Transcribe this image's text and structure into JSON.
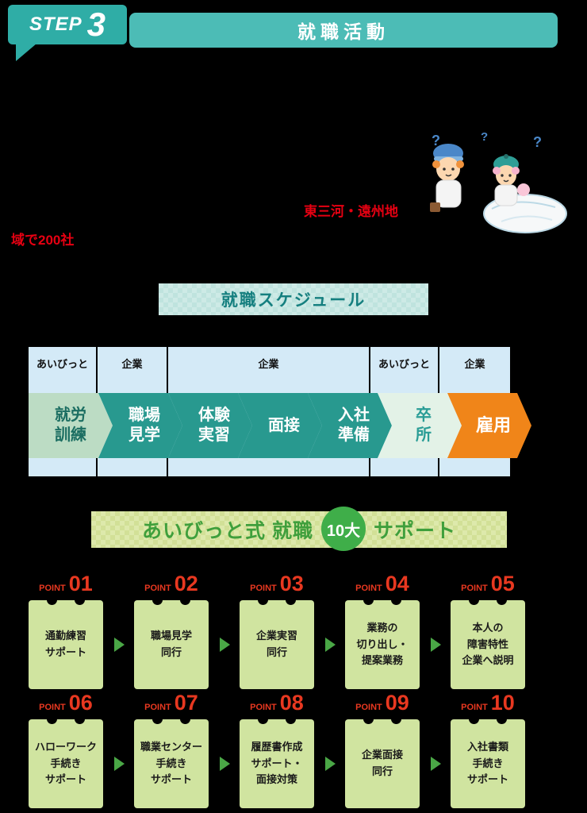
{
  "colors": {
    "teal_badge": "#2fada6",
    "teal_bar": "#4cbcb6",
    "teal_chevron": "#28998f",
    "light_green_chevron": "#bcdcc4",
    "orange_chevron": "#f08519",
    "column_blue": "#d4eaf7",
    "card_green": "#d0e4a0",
    "point_red": "#e83820",
    "accent_red": "#e60012",
    "support_green": "#3f9f3c",
    "badge_green": "#3fae49"
  },
  "step_badge": {
    "word": "STEP",
    "number": "3"
  },
  "header": {
    "title": "就職活動"
  },
  "intro": {
    "highlight_line1": "東三河・遠州地",
    "highlight_line2": "域で200社"
  },
  "schedule": {
    "title": "就職スケジュール",
    "columns": [
      {
        "label": "あいびっと"
      },
      {
        "label": "企業"
      },
      {
        "label": "企業"
      },
      {
        "label": "あいびっと"
      },
      {
        "label": "企業"
      }
    ],
    "steps": [
      {
        "label": "就労\n訓練",
        "style": "light"
      },
      {
        "label": "職場\n見学",
        "style": "teal"
      },
      {
        "label": "体験\n実習",
        "style": "teal"
      },
      {
        "label": "面接",
        "style": "teal"
      },
      {
        "label": "入社\n準備",
        "style": "teal"
      },
      {
        "label": "卒\n所",
        "style": "pale"
      },
      {
        "label": "雇用",
        "style": "orange"
      }
    ]
  },
  "support": {
    "title_prefix": "あいびっと式  就職",
    "badge": "10大",
    "title_suffix": "サポート",
    "point_word": "POINT",
    "points": [
      {
        "number": "01",
        "label": "通勤練習\nサポート"
      },
      {
        "number": "02",
        "label": "職場見学\n同行"
      },
      {
        "number": "03",
        "label": "企業実習\n同行"
      },
      {
        "number": "04",
        "label": "業務の\n切り出し・\n提案業務"
      },
      {
        "number": "05",
        "label": "本人の\n障害特性\n企業へ説明"
      },
      {
        "number": "06",
        "label": "ハローワーク\n手続き\nサポート"
      },
      {
        "number": "07",
        "label": "職業センター\n手続き\nサポート"
      },
      {
        "number": "08",
        "label": "履歴書作成\nサポート・\n面接対策"
      },
      {
        "number": "09",
        "label": "企業面接\n同行"
      },
      {
        "number": "10",
        "label": "入社書類\n手続き\nサポート"
      }
    ]
  }
}
